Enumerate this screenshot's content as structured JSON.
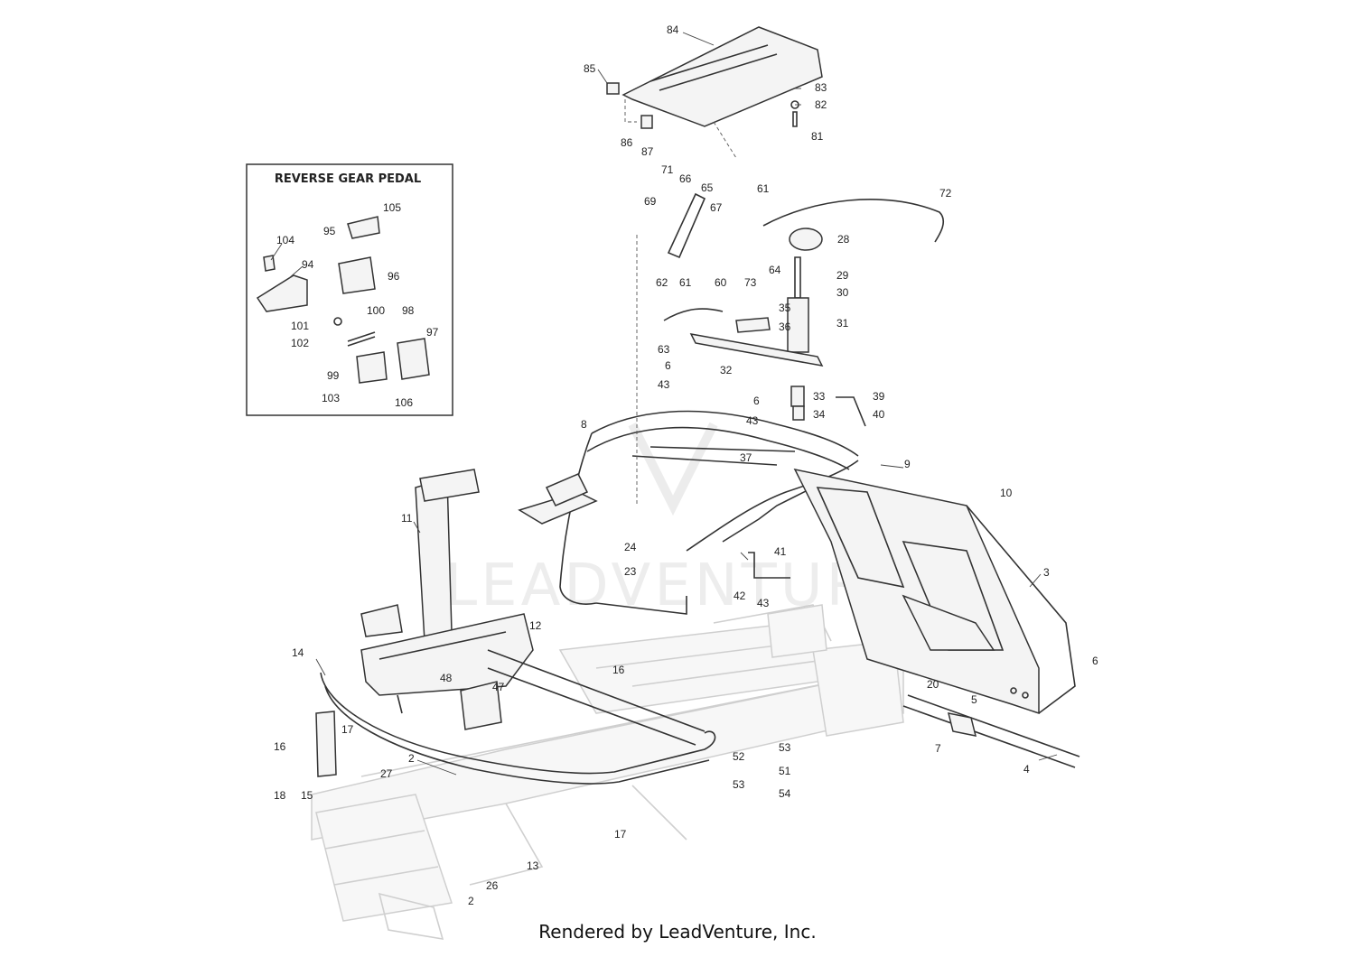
{
  "inset": {
    "title": "REVERSE GEAR PEDAL"
  },
  "footer": {
    "credit": "Rendered by LeadVenture, Inc."
  },
  "watermark": {
    "text": "LEADVENTURE"
  },
  "colors": {
    "line": "#333333",
    "ghost_line": "#cfcfcf",
    "text": "#222222"
  },
  "callouts": [
    "84",
    "85",
    "83",
    "82",
    "81",
    "86",
    "87",
    "71",
    "66",
    "65",
    "69",
    "67",
    "61",
    "72",
    "28",
    "62",
    "61",
    "60",
    "73",
    "64",
    "29",
    "30",
    "35",
    "36",
    "31",
    "63",
    "32",
    "6",
    "43",
    "6",
    "43",
    "33",
    "34",
    "39",
    "40",
    "8",
    "37",
    "9",
    "10",
    "3",
    "11",
    "24",
    "23",
    "41",
    "42",
    "43",
    "12",
    "14",
    "16",
    "48",
    "47",
    "17",
    "16",
    "2",
    "27",
    "18",
    "15",
    "17",
    "13",
    "26",
    "2",
    "52",
    "53",
    "51",
    "53",
    "54",
    "20",
    "6",
    "5",
    "7",
    "4",
    "105",
    "95",
    "104",
    "94",
    "96",
    "101",
    "102",
    "100",
    "98",
    "97",
    "99",
    "103",
    "106"
  ]
}
